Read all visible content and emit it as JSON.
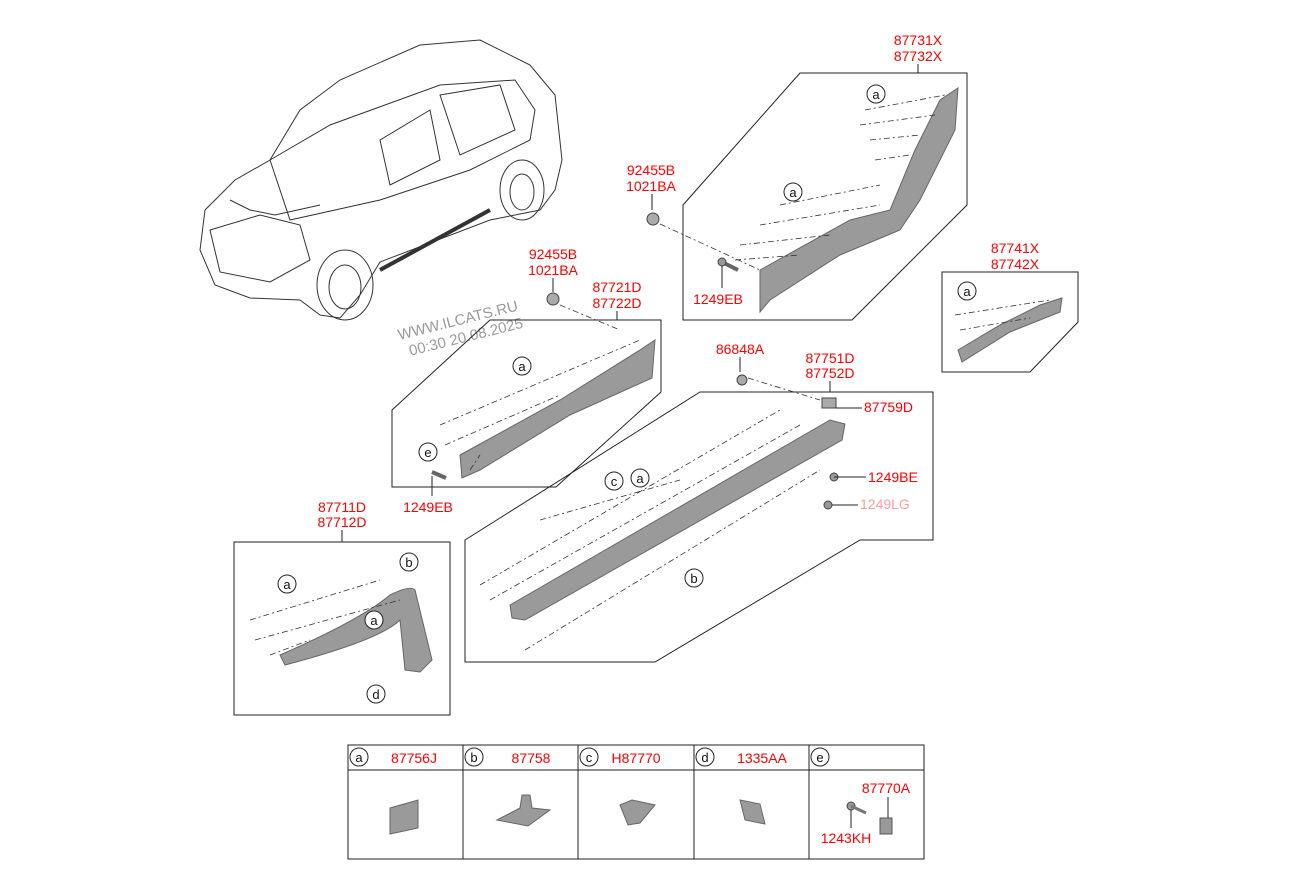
{
  "watermark": {
    "line1": "WWW.ILCATS.RU",
    "line2": "00:30 20.08.2025"
  },
  "callouts": {
    "rear_arch": {
      "l1": "87731X",
      "l2": "87732X"
    },
    "nut_upper": {
      "l1": "92455B",
      "l2": "1021BA"
    },
    "screw_rear": "1249EB",
    "rear_panel": {
      "l1": "87741X",
      "l2": "87742X"
    },
    "nut_lower": {
      "l1": "92455B",
      "l2": "1021BA"
    },
    "front_door": {
      "l1": "87721D",
      "l2": "87722D"
    },
    "screw_front": "1249EB",
    "clip_86848A": "86848A",
    "side_sill": {
      "l1": "87751D",
      "l2": "87752D"
    },
    "bracket": "87759D",
    "screw_be": "1249BE",
    "screw_lg": "1249LG",
    "front_arch": {
      "l1": "87711D",
      "l2": "87712D"
    }
  },
  "letters": {
    "a": "a",
    "b": "b",
    "c": "c",
    "d": "d",
    "e": "e"
  },
  "legend": [
    {
      "letter": "a",
      "part": "87756J"
    },
    {
      "letter": "b",
      "part": "87758"
    },
    {
      "letter": "c",
      "part": "H87770"
    },
    {
      "letter": "d",
      "part": "1335AA"
    },
    {
      "letter": "e",
      "part": "",
      "sub1": "87770A",
      "sub2": "1243KH"
    }
  ]
}
